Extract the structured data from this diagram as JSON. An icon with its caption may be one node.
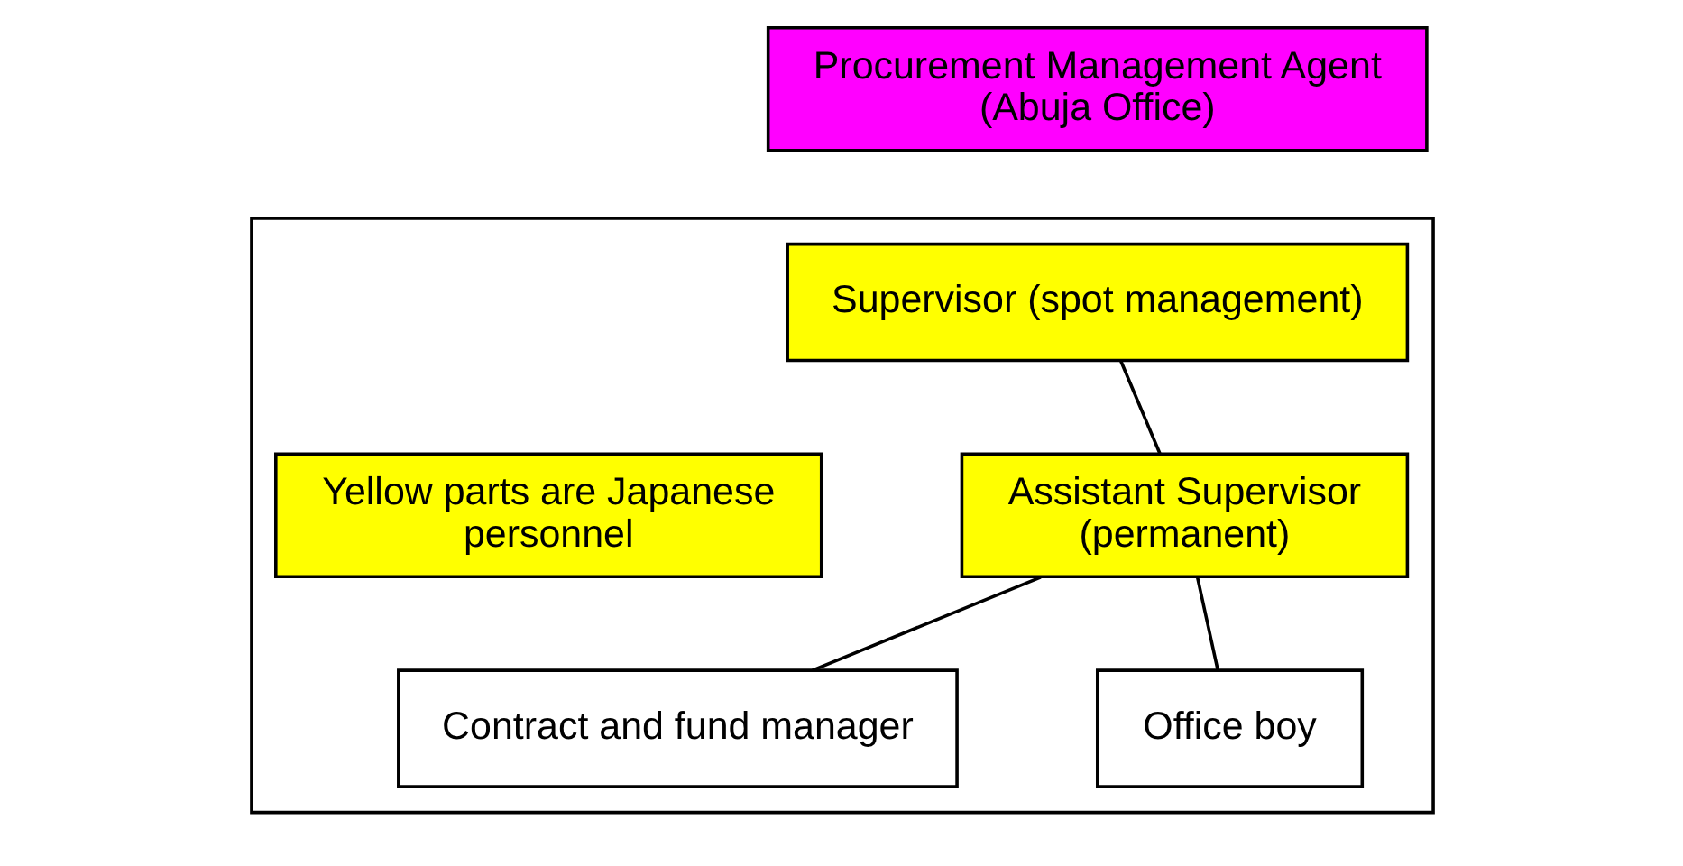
{
  "diagram": {
    "nodes": [
      {
        "text": [
          "Procurement Management Agent (Abuja Office)"
        ]
      },
      {
        "text": [],
        "shape": "box"
      },
      {
        "text": [
          "Supervisor (spot management)"
        ],
        "in": 1
      },
      {
        "text": [
          "Assistant Supervisor (permanent)"
        ],
        "in": 1
      },
      {
        "text": [
          "Yellow parts are Japanese personnel"
        ],
        "in": 1
      },
      {
        "text": [
          "Contract and fund manager"
        ],
        "in": 1
      },
      {
        "text": [
          "Office boy"
        ],
        "in": 1
      }
    ],
    "edges": [
      {
        "from": 2,
        "to": 3,
        "arrow": "none"
      },
      {
        "from": 3,
        "to": 5,
        "arrow": "none"
      },
      {
        "from": 3,
        "to": 6,
        "arrow": "none"
      }
    ]
  }
}
